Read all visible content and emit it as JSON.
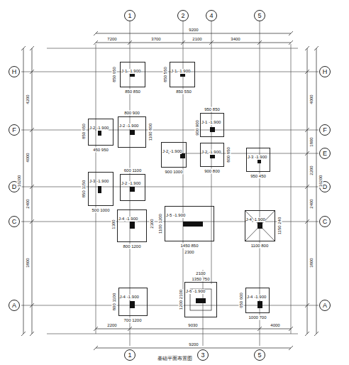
{
  "diagram": {
    "caption": "基础平面布置图",
    "nodes": [
      {
        "text": [
          "1"
        ]
      },
      {
        "text": [
          "2"
        ]
      },
      {
        "text": [
          "4"
        ]
      },
      {
        "text": [
          "5"
        ]
      },
      {
        "text": [
          "H"
        ]
      },
      {
        "text": [
          "F"
        ]
      },
      {
        "text": [
          "D"
        ]
      },
      {
        "text": [
          "C"
        ]
      },
      {
        "text": [
          "A"
        ]
      },
      {
        "text": [
          "H"
        ]
      },
      {
        "text": [
          "F"
        ]
      },
      {
        "text": [
          "E"
        ]
      },
      {
        "text": [
          "D"
        ]
      },
      {
        "text": [
          "C"
        ]
      },
      {
        "text": [
          "A"
        ]
      },
      {
        "text": [
          "1"
        ]
      },
      {
        "text": [
          "3"
        ]
      },
      {
        "text": [
          "5"
        ]
      },
      {
        "text": [
          "J-1",
          "-1.900"
        ]
      },
      {
        "text": [
          "J-1",
          "-1.900"
        ]
      },
      {
        "text": [
          "J-2",
          "-1.900"
        ]
      },
      {
        "text": [
          "J-2",
          "-1.900"
        ]
      },
      {
        "text": [
          "J-1",
          "-1.900"
        ]
      },
      {
        "text": [
          "J-2",
          "-1.900"
        ]
      },
      {
        "text": [
          "J-2",
          "-1.900"
        ]
      },
      {
        "text": [
          "J-3",
          "-1.900"
        ]
      },
      {
        "text": [
          "J-3",
          "-1.900"
        ]
      },
      {
        "text": [
          "J-2",
          "-1.900"
        ]
      },
      {
        "text": [
          "J-4",
          "-1.900"
        ]
      },
      {
        "text": [
          "J-5",
          "-1.900"
        ]
      },
      {
        "text": [
          "J-4",
          "-1.900"
        ]
      },
      {
        "text": [
          "J-4",
          "-1.900"
        ]
      },
      {
        "text": [
          "J-6",
          "-1.900"
        ]
      },
      {
        "text": [
          "J-4",
          "-1.900"
        ]
      }
    ],
    "labels": [
      "9200",
      "7200",
      "3700",
      "2100",
      "3400",
      "4200",
      "4000",
      "2400",
      "3800",
      "16200",
      "4000",
      "1800",
      "2200",
      "2400",
      "3800",
      "16200",
      "2200",
      "9030",
      "4000",
      "9200",
      "850 650",
      "850 850",
      "850 550",
      "850 550",
      "850 650",
      "450 950",
      "800 900",
      "1100 800",
      "950 850",
      "900 900",
      "900 1000",
      "900 800",
      "800 850",
      "950 450",
      "850 1150",
      "500 1000",
      "600 1100",
      "1300",
      "800 1200",
      "1100 1200",
      "2300",
      "1450 850",
      "2300",
      "1150 240",
      "1100 800",
      "800 1100",
      "700 1200",
      "2100",
      "1350 750",
      "1200 2100",
      "650 600",
      "1000 700"
    ]
  }
}
